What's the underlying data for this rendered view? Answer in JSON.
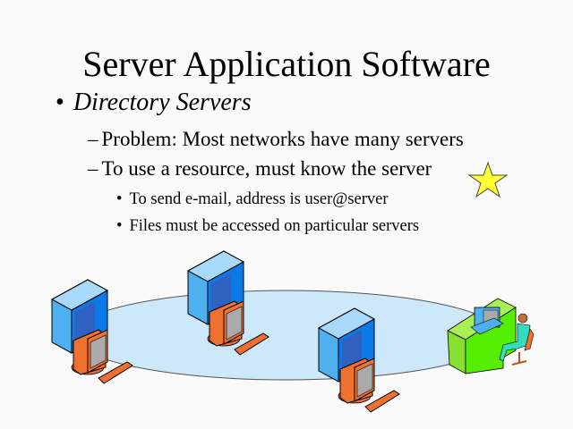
{
  "slide": {
    "title": "Server Application Software",
    "bullets": [
      {
        "marker": "•",
        "text": "Directory Servers"
      },
      {
        "marker": "–",
        "text": "Problem: Most networks have many servers"
      },
      {
        "marker": "–",
        "text": "To use a resource, must know the server"
      },
      {
        "marker": "•",
        "text": "To send e-mail, address is user@server"
      },
      {
        "marker": "•",
        "text": "Files must be accessed on particular servers"
      }
    ]
  },
  "colors": {
    "star": "#ffff33",
    "network": "#cce8fa",
    "server": "#4fb0f0",
    "monitor": "#f07030",
    "desk": "#99ee33"
  }
}
